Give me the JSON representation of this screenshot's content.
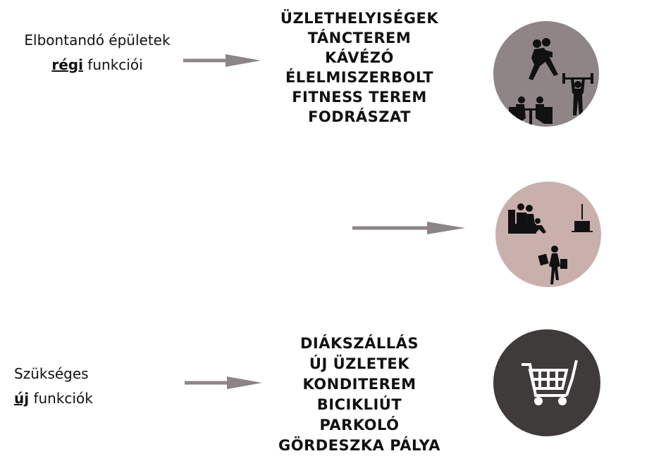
{
  "old_label": {
    "line1": "Elbontandó épületek",
    "keyword": "régi",
    "rest": " funkciói"
  },
  "old_functions": [
    "ÜZLETHELYISÉGEK",
    "TÁNCTEREM",
    "KÁVÉZÓ",
    "ÉLELMISZERBOLT",
    "FITNESS TEREM",
    "FODRÁSZAT"
  ],
  "new_label": {
    "line1": "Szükséges",
    "keyword": "új",
    "rest": " funkciók"
  },
  "new_functions": [
    "DIÁKSZÁLLÁS",
    "ÚJ ÜZLETEK",
    "KONDITEREM",
    "BICIKLIÚT",
    "PARKOLÓ",
    "GÖRDESZKA PÁLYA"
  ],
  "colors": {
    "arrow": "#8c8486",
    "circle_old": "#8f8587",
    "circle_mid": "#c9b0ad",
    "circle_new": "#403b3b",
    "icon_dark": "#111111",
    "icon_light": "#ffffff"
  },
  "icons": {
    "circle_old": [
      "dancing-couple-icon",
      "weightlifter-icon",
      "cafe-table-icon"
    ],
    "circle_mid": [
      "family-on-sofa-icon",
      "television-icon",
      "shopping-woman-icon"
    ],
    "circle_new": [
      "shopping-cart-icon"
    ]
  }
}
